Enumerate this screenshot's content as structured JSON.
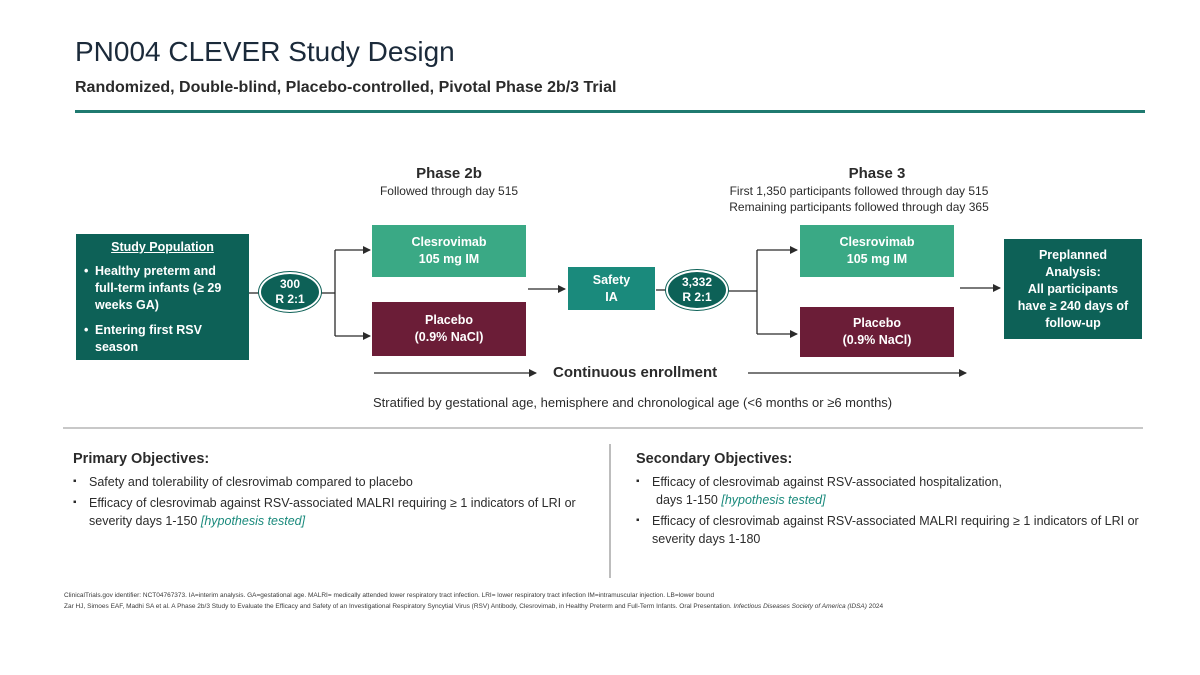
{
  "header": {
    "title": "PN004 CLEVER Study Design",
    "subtitle": "Randomized, Double-blind, Placebo-controlled, Pivotal Phase 2b/3 Trial"
  },
  "study_population": {
    "heading": "Study Population",
    "bullets": [
      "Healthy preterm and full-term infants (≥ 29 weeks GA)",
      "Entering first RSV season"
    ]
  },
  "phase2b": {
    "title": "Phase 2b",
    "note": "Followed through day 515",
    "randomization": {
      "n": "300",
      "ratio": "R 2:1"
    },
    "treatment": {
      "name": "Clesrovimab",
      "dose": "105 mg IM"
    },
    "placebo": {
      "name": "Placebo",
      "dose": "(0.9% NaCl)"
    }
  },
  "safety_ia": {
    "line1": "Safety",
    "line2": "IA"
  },
  "phase3": {
    "title": "Phase 3",
    "note_line1": "First 1,350 participants followed through day 515",
    "note_line2": "Remaining participants followed through day 365",
    "randomization": {
      "n": "3,332",
      "ratio": "R 2:1"
    },
    "treatment": {
      "name": "Clesrovimab",
      "dose": "105 mg IM"
    },
    "placebo": {
      "name": "Placebo",
      "dose": "(0.9% NaCl)"
    }
  },
  "preplanned": {
    "line1": "Preplanned",
    "line2": "Analysis:",
    "line3": "All participants",
    "line4": "have ≥ 240 days of",
    "line5": "follow-up"
  },
  "enrollment_label": "Continuous enrollment",
  "stratification": "Stratified by gestational age, hemisphere and chronological age (<6 months or ≥6 months)",
  "primary": {
    "heading": "Primary Objectives:",
    "item1": "Safety and tolerability of clesrovimab compared to placebo",
    "item2_text": "Efficacy of clesrovimab against RSV-associated MALRI requiring ≥ 1 indicators of LRI or severity days 1-150",
    "item2_tag": "[hypothesis tested]"
  },
  "secondary": {
    "heading": "Secondary Objectives:",
    "item1_text_a": "Efficacy of clesrovimab against RSV-associated hospitalization,",
    "item1_text_b": "days 1-150",
    "item1_tag": "[hypothesis tested]",
    "item2": "Efficacy of clesrovimab against RSV-associated MALRI requiring ≥ 1 indicators of LRI or severity days 1-180"
  },
  "footnotes": {
    "line1": "ClinicalTrials.gov identifier: NCT04767373. IA=interim analysis. GA=gestational age. MALRI= medically attended lower respiratory tract infection. LRI= lower respiratory tract infection IM=intramuscular injection. LB=lower bound",
    "line2_main": "Zar HJ, Simoes EAF, Madhi SA et al. A Phase 2b/3 Study to Evaluate the Efficacy and Safety of an Investigational Respiratory Syncytial Virus (RSV) Antibody, Clesrovimab, in Healthy Preterm and Full-Term Infants. Oral Presentation.",
    "line2_journal": "Infectious Diseases Society of America (IDSA)",
    "line2_year": "2024"
  },
  "colors": {
    "dark_teal": "#0d6157",
    "light_green": "#3aa985",
    "maroon": "#6b1d37",
    "accent_teal": "#1a8a7c"
  }
}
